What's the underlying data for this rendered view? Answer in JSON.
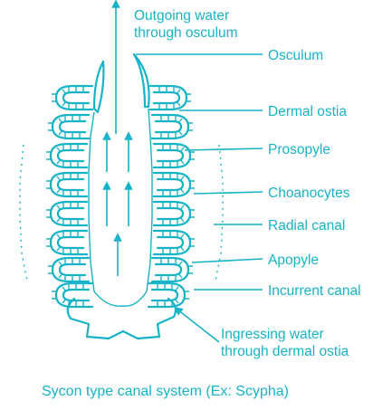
{
  "diagram": {
    "flow_label_line1": "Outgoing water",
    "flow_label_line2": "through osculum",
    "labels": {
      "osculum": "Osculum",
      "dermal_ostia": "Dermal ostia",
      "prosopyle": "Prosopyle",
      "choanocytes": "Choanocytes",
      "radial_canal": "Radial canal",
      "apopyle": "Apopyle",
      "incurrent_canal": "Incurrent canal",
      "ingress_line1": "Ingressing water",
      "ingress_line2": "through dermal ostia"
    },
    "caption": "Sycon type canal system (Ex: Scypha)",
    "colors": {
      "line": "#17b3c7",
      "background": "#ffffff"
    }
  }
}
